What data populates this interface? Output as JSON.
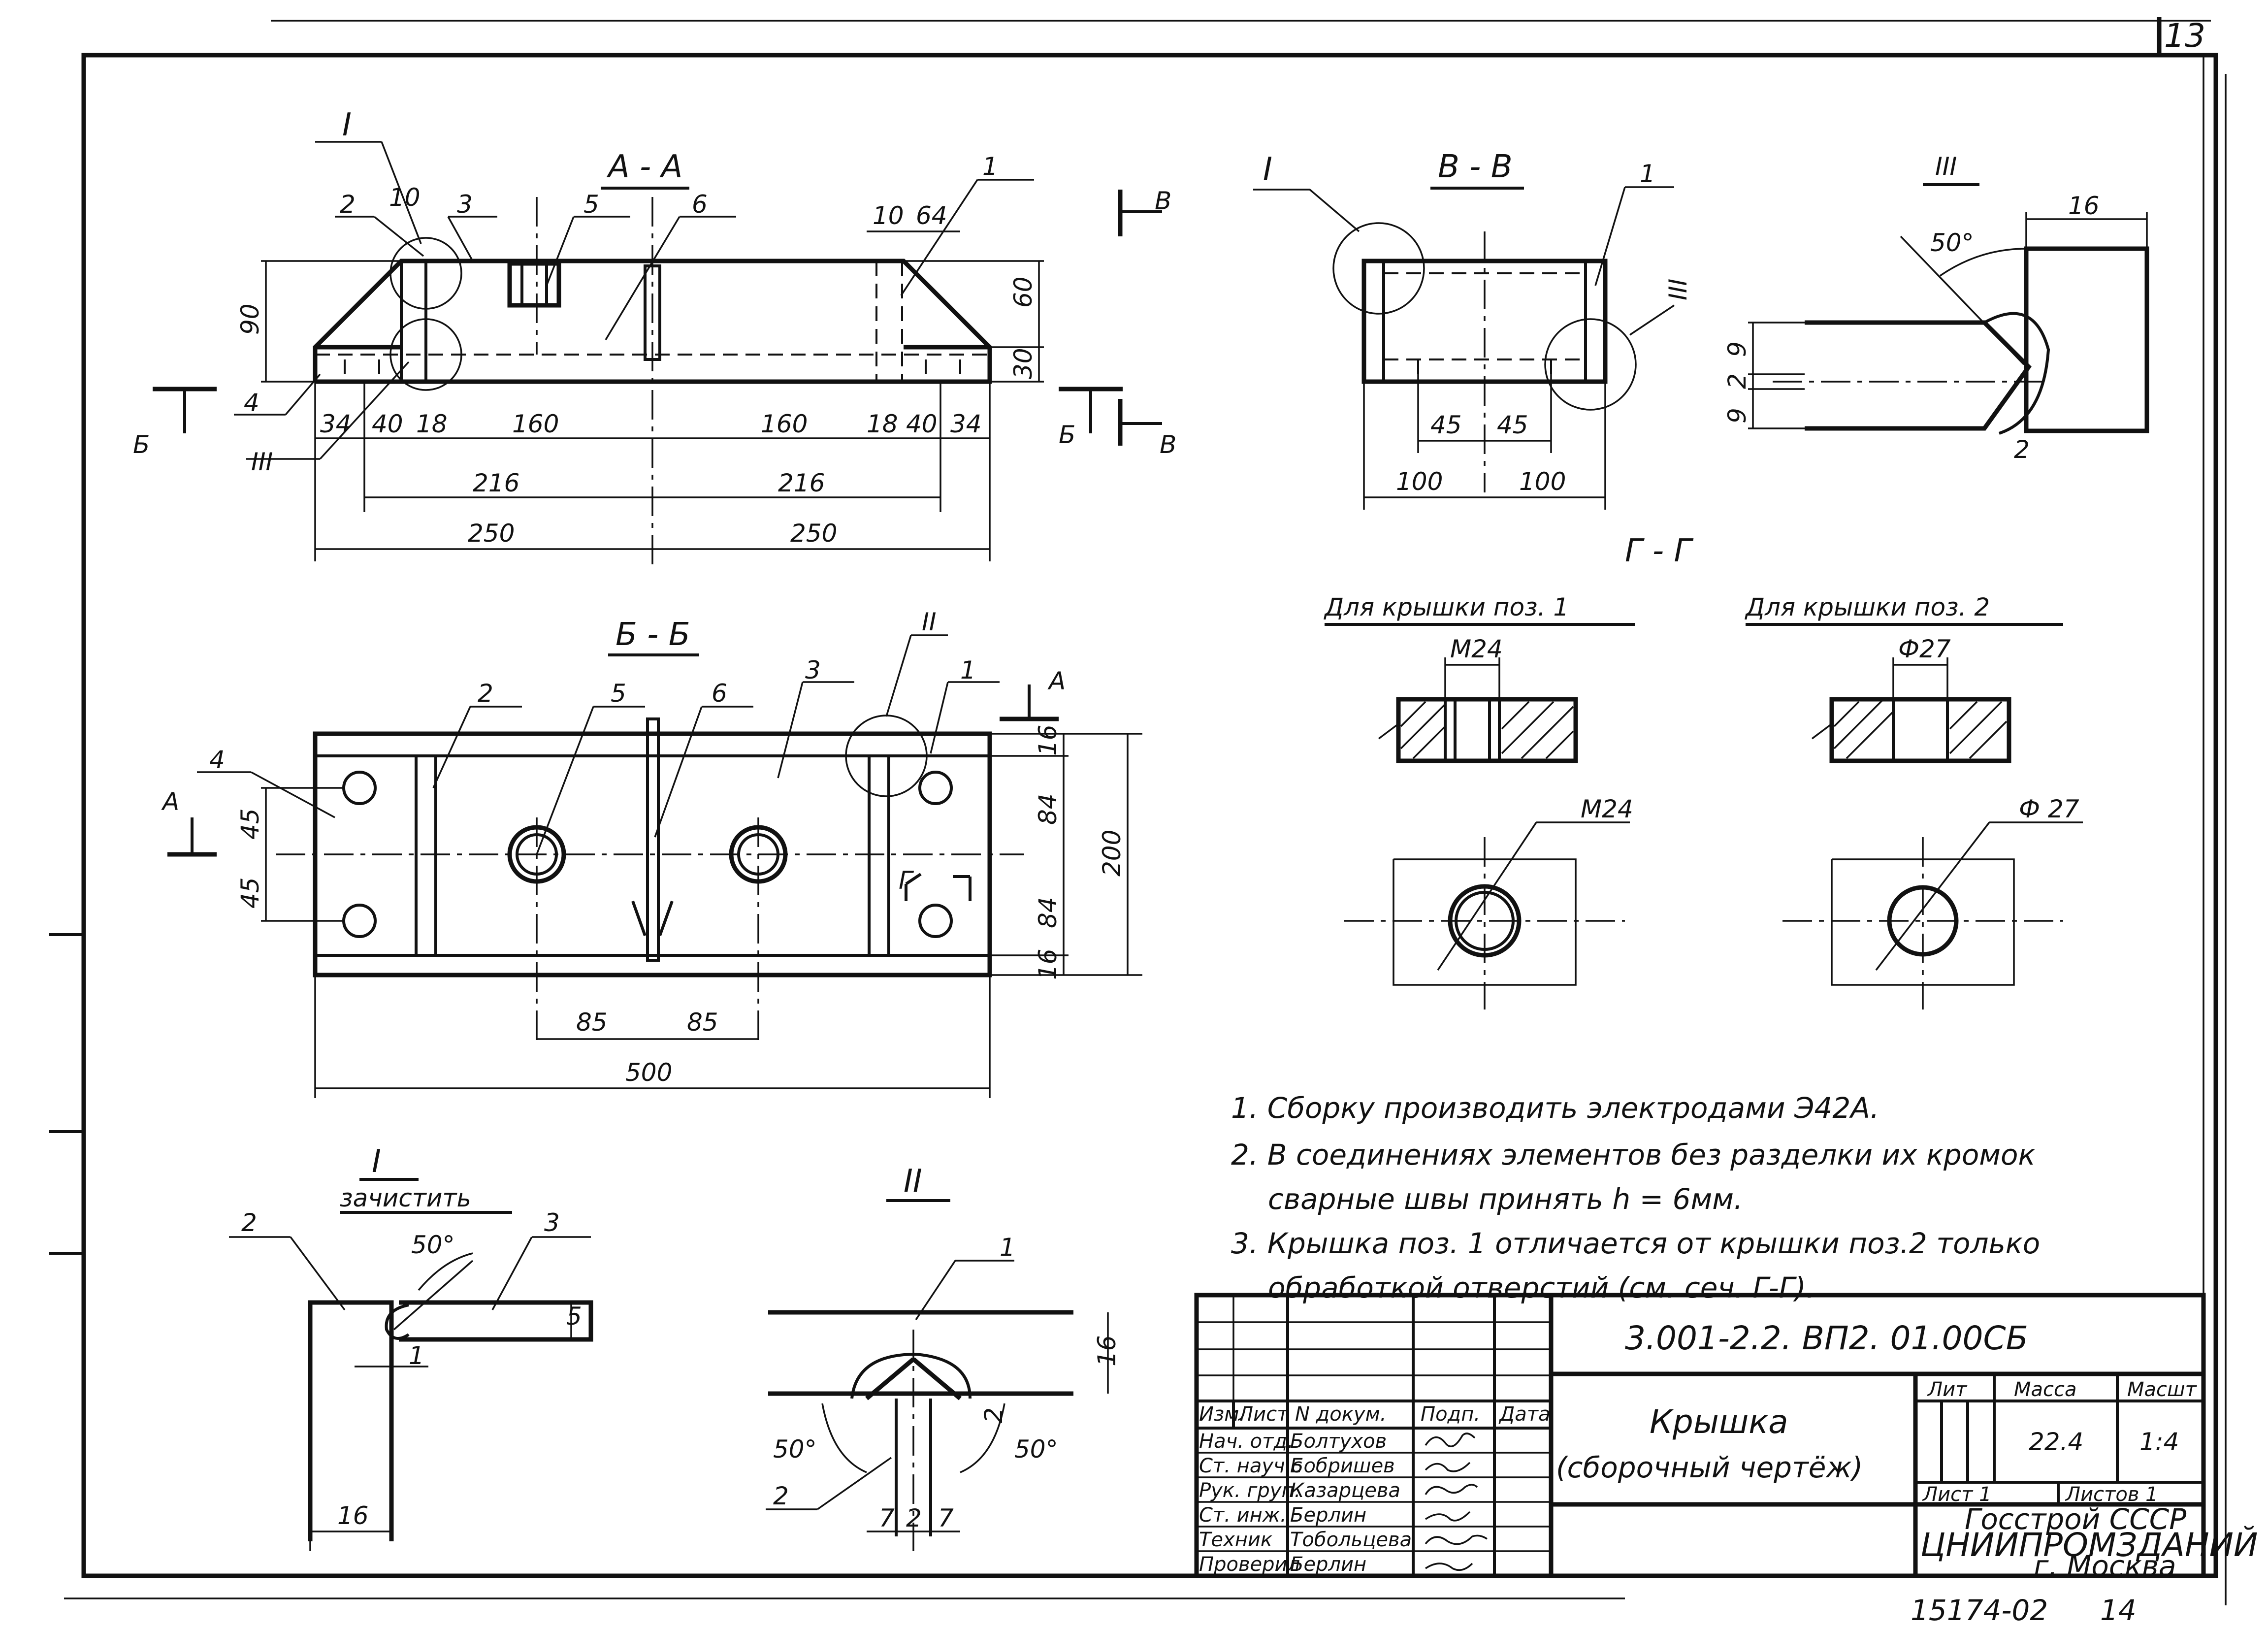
{
  "sheet": {
    "page_number": "13",
    "bottom_code": "15174-02",
    "bottom_page": "14"
  },
  "view_aa": {
    "title": "А - А",
    "callout_roman": "I",
    "callout_III": "III",
    "leaders": [
      "2",
      "3",
      "5",
      "6",
      "1",
      "4"
    ],
    "top_dims": [
      "10",
      "10",
      "64"
    ],
    "vertical_dims": [
      "90",
      "60",
      "30"
    ],
    "row1": [
      "34",
      "40",
      "18",
      "160",
      "160",
      "18",
      "40",
      "34"
    ],
    "row2": [
      "216",
      "216"
    ],
    "row3": [
      "250",
      "250"
    ],
    "section_marks": [
      "Б",
      "Б"
    ]
  },
  "view_bb": {
    "title": "Б - Б",
    "callout_II": "II",
    "leaders": [
      "2",
      "5",
      "6",
      "3",
      "1",
      "4"
    ],
    "section_mark": "А",
    "section_mark2": "А",
    "vdims_left": [
      "45",
      "45"
    ],
    "vdims_right": [
      "16",
      "84",
      "84",
      "16"
    ],
    "total_height": "200",
    "hdims": [
      "85",
      "85"
    ],
    "total_width": "500",
    "cut_mark": "Г"
  },
  "view_vv": {
    "title": "В - В",
    "mark_top": "В",
    "mark_bottom": "В",
    "callout_I": "I",
    "callout_III": "III",
    "leader": "1",
    "hdims": [
      "45",
      "45"
    ],
    "hdims2": [
      "100",
      "100"
    ]
  },
  "detail_III": {
    "title": "III",
    "angle": "50°",
    "dim_top": "16",
    "vdims": [
      "9",
      "2",
      "9"
    ],
    "gap": "2"
  },
  "section_gg": {
    "title": "Г - Г",
    "left_caption": "Для крышки поз. 1",
    "right_caption": "Для крышки поз. 2",
    "left_label_top": "М24",
    "right_label_top": "Ф27",
    "left_label_plan": "М24",
    "right_label_plan": "Ф 27"
  },
  "detail_I": {
    "title": "I",
    "subtitle": "зачистить",
    "leaders": [
      "2",
      "3"
    ],
    "angle": "50°",
    "dim_gap": "1",
    "dim_side": "5",
    "dim_bottom": "16"
  },
  "detail_II": {
    "title": "II",
    "leaders": [
      "1",
      "2"
    ],
    "angle_left": "50°",
    "angle_right": "50°",
    "dim_thick": "16",
    "dim_gap": "2",
    "dims_bottom": [
      "7",
      "2",
      "7"
    ]
  },
  "notes": [
    "1. Сборку производить электродами Э42А.",
    "2. В соединениях элементов без разделки их кромок",
    "сварные швы принять h = 6мм.",
    "3. Крышка поз. 1 отличается от крышки поз.2 только",
    "обработкой отверстий (см. сеч. Г-Г)."
  ],
  "title_block": {
    "designation": "3.001-2.2. ВП2. 01.00СБ",
    "name": "Крышка",
    "name_sub": "(сборочный чертёж)",
    "col_headers": [
      "Изм.",
      "Лист",
      "N докум.",
      "Подп.",
      "Дата"
    ],
    "roles": [
      "Нач. отд.",
      "Ст. науч.с",
      "Рук. груп.",
      "Ст. инж.",
      "Техник",
      "Проверил"
    ],
    "names": [
      "Болтухов",
      "Бобришев",
      "Казарцева",
      "Берлин",
      "Тобольцева",
      "Берлин"
    ],
    "lit_header": "Лит",
    "mass_header": "Масса",
    "scale_header": "Масшт",
    "mass_value": "22.4",
    "scale_value": "1:4",
    "sheet_label": "Лист 1",
    "sheets_label": "Листов 1",
    "org_line1": "Госстрой СССР",
    "org_line2": "ЦНИИПРОМЗДАНИЙ",
    "org_line3": "г. Москва"
  }
}
